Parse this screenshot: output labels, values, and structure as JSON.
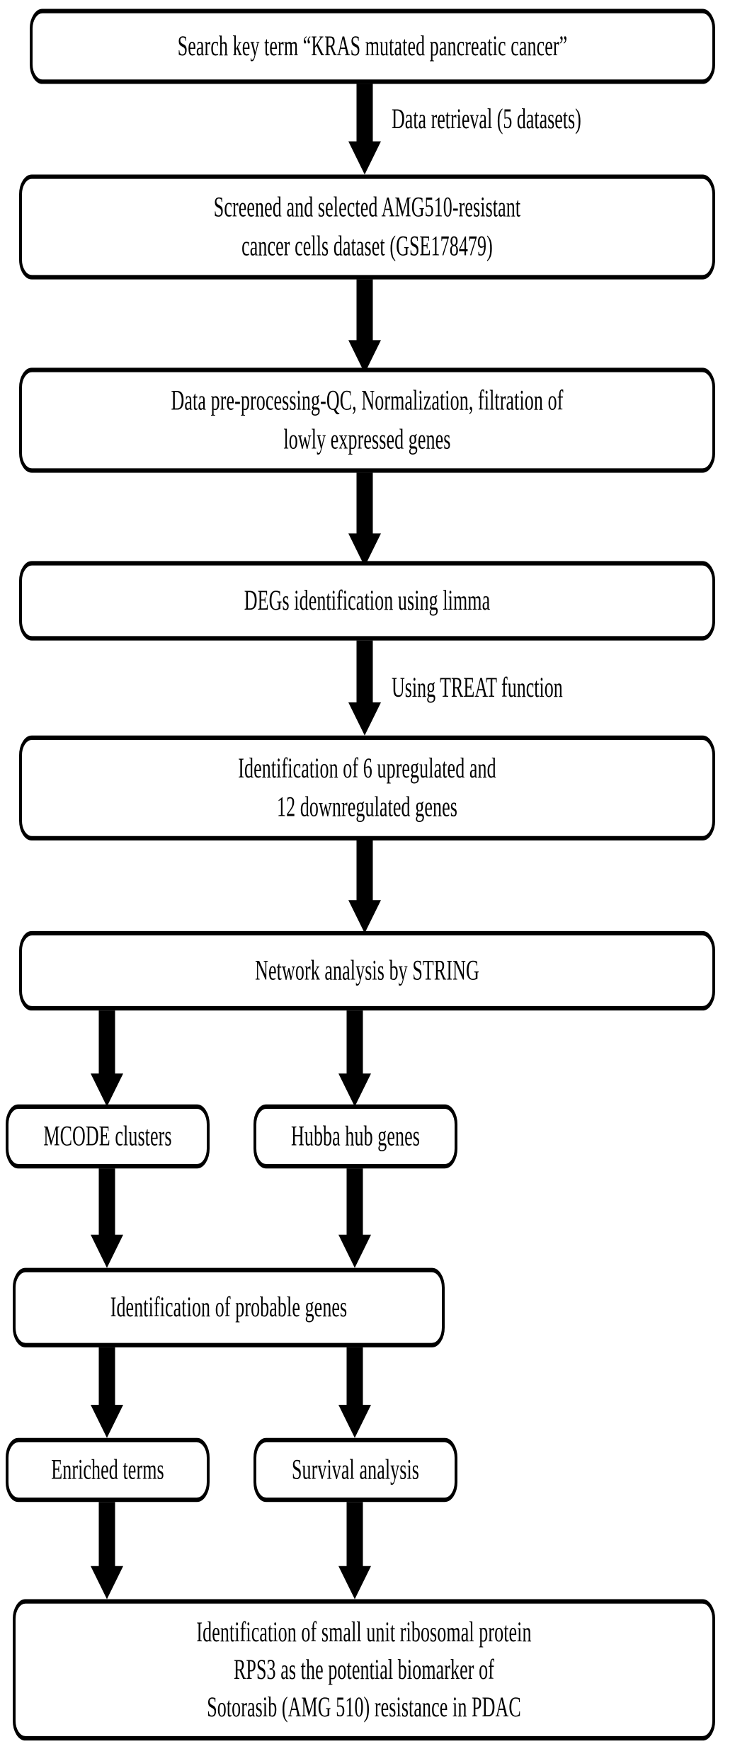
{
  "diagram": {
    "title": "KRAS mutated pancreatic cancer bioinformatics workflow",
    "type": "flowchart",
    "orientation": "top-to-bottom",
    "colors": {
      "background": "#ffffff",
      "stroke": "#000000",
      "fill": "#ffffff",
      "text": "#000000"
    },
    "nodes": [
      {
        "id": "n1",
        "label": "Search key term “KRAS mutated pancreatic cancer”"
      },
      {
        "id": "n2",
        "label": "Screened and selected AMG510-resistant\ncancer cells dataset (GSE178479)"
      },
      {
        "id": "n3",
        "label": "Data pre-processing-QC, Normalization, filtration of\nlowly expressed genes"
      },
      {
        "id": "n4",
        "label": "DEGs identification using limma"
      },
      {
        "id": "n5",
        "label": "Identification of 6 upregulated and\n12 downregulated genes"
      },
      {
        "id": "n6",
        "label": "Network analysis by STRING"
      },
      {
        "id": "n7",
        "label": "MCODE clusters"
      },
      {
        "id": "n8",
        "label": "Hubba hub genes"
      },
      {
        "id": "n9",
        "label": "Identification of probable genes"
      },
      {
        "id": "n10",
        "label": "Enriched terms"
      },
      {
        "id": "n11",
        "label": "Survival analysis"
      },
      {
        "id": "n12",
        "label": "Identification of small unit ribosomal protein\nRPS3 as the potential biomarker of\nSotorasib (AMG 510) resistance in PDAC"
      }
    ],
    "edge_labels": [
      {
        "id": "e1",
        "label": "Data retrieval (5 datasets)"
      },
      {
        "id": "e2",
        "label": "Using TREAT function"
      }
    ]
  }
}
